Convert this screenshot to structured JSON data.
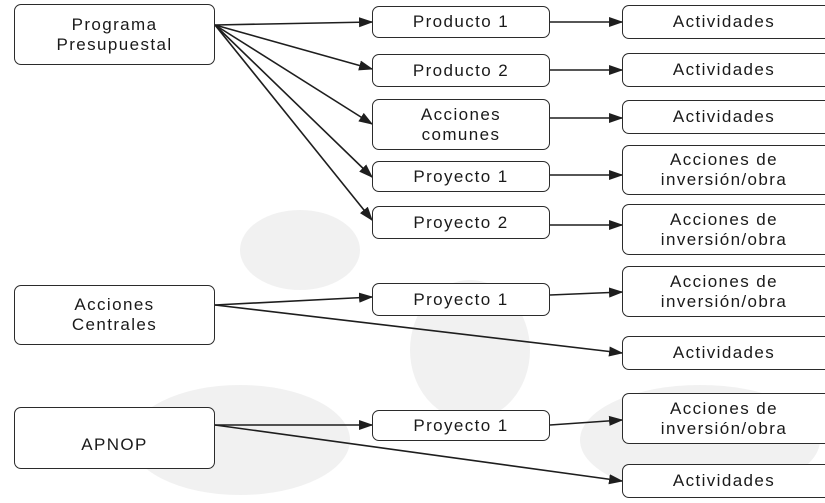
{
  "diagram": {
    "sources": {
      "programa": "Programa\nPresupuestal",
      "acciones_centrales": "Acciones\nCentrales",
      "apnop": "APNOP"
    },
    "middle": {
      "producto1": "Producto 1",
      "producto2": "Producto 2",
      "acciones_comunes": "Acciones\ncomunes",
      "proyecto1_pp": "Proyecto 1",
      "proyecto2_pp": "Proyecto 2",
      "proyecto1_ac": "Proyecto 1",
      "proyecto1_apnop": "Proyecto 1"
    },
    "targets": {
      "act_producto1": "Actividades",
      "act_producto2": "Actividades",
      "act_acciones_comunes": "Actividades",
      "inv_proyecto1_pp": "Acciones de\ninversión/obra",
      "inv_proyecto2_pp": "Acciones de\ninversión/obra",
      "inv_proyecto1_ac": "Acciones de\ninversión/obra",
      "act_acciones_centrales": "Actividades",
      "inv_proyecto1_apnop": "Acciones de\ninversión/obra",
      "act_apnop": "Actividades"
    }
  }
}
